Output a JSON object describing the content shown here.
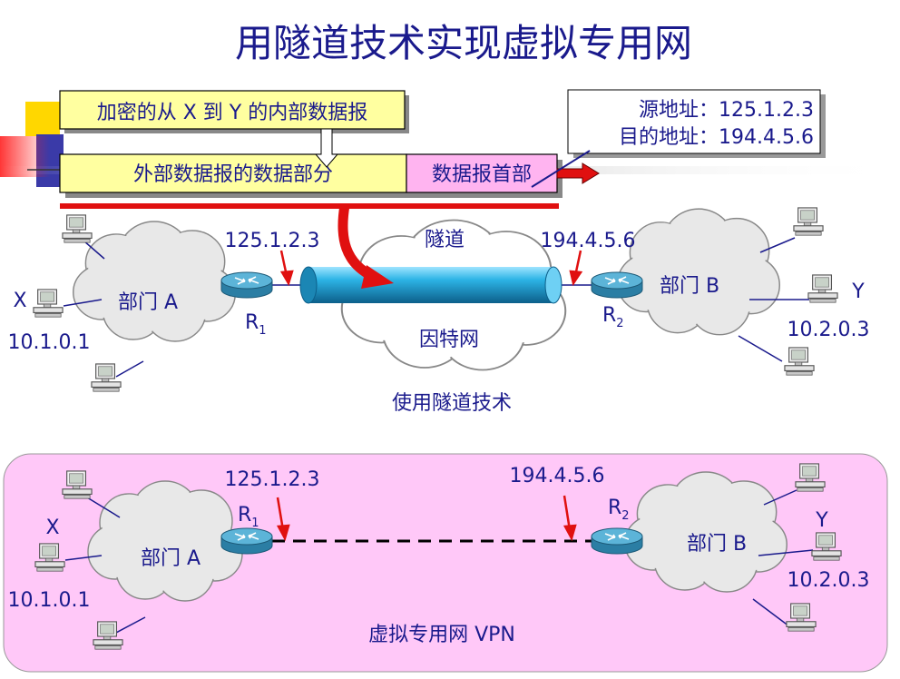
{
  "title": "用隧道技术实现虚拟专用网",
  "packet": {
    "inner_label": "加密的从 X 到 Y 的内部数据报",
    "data_label": "外部数据报的数据部分",
    "header_label": "数据报首部"
  },
  "address_box": {
    "src": "源地址：125.1.2.3",
    "dst": "目的地址：194.4.5.6"
  },
  "top": {
    "dept_a": "部门 A",
    "dept_b": "部门 B",
    "internet": "因特网",
    "tunnel": "隧道",
    "r1_ip": "125.1.2.3",
    "r2_ip": "194.4.5.6",
    "host_x": "X",
    "host_x_ip": "10.1.0.1",
    "host_y": "Y",
    "host_y_ip": "10.2.0.3",
    "caption": "使用隧道技术"
  },
  "bottom": {
    "dept_a": "部门 A",
    "dept_b": "部门 B",
    "r1_ip": "125.1.2.3",
    "r2_ip": "194.4.5.6",
    "host_x": "X",
    "host_x_ip": "10.1.0.1",
    "host_y": "Y",
    "host_y_ip": "10.2.0.3",
    "caption": "虚拟专用网 VPN"
  },
  "routers": {
    "r1": "R",
    "r1_sub": "1",
    "r2": "R",
    "r2_sub": "2"
  },
  "colors": {
    "title": "#1a1a8c",
    "packet_yellow": "#ffffa0",
    "header_pink": "#ffb4f0",
    "vpn_bg": "#ffc8f8",
    "tunnel": "#20a8d8",
    "arrow_red": "#e01010"
  }
}
